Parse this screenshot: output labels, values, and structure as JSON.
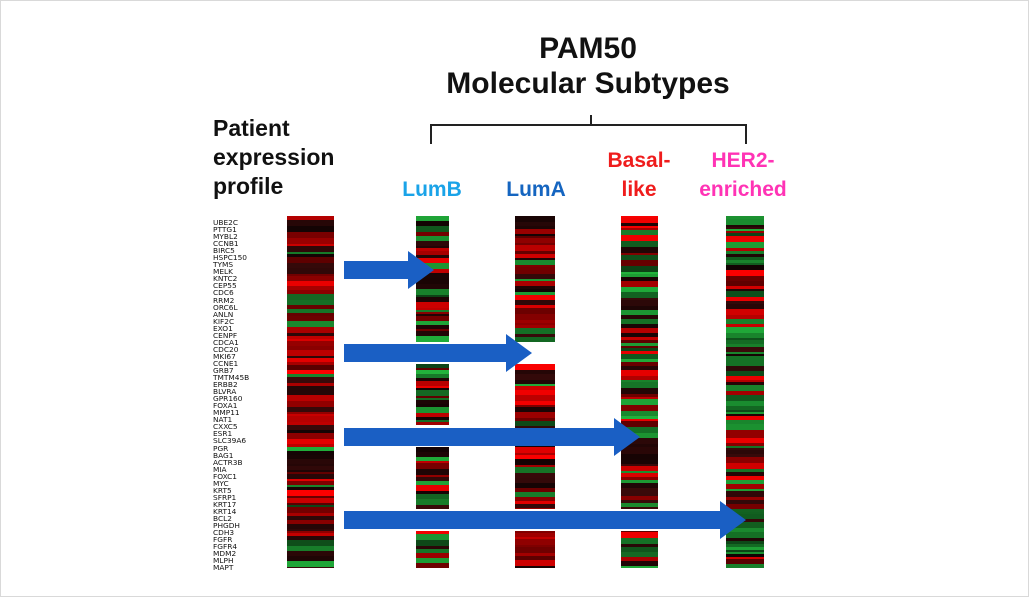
{
  "title": {
    "line1": "PAM50",
    "line2": "Molecular Subtypes"
  },
  "patient_label": [
    "Patient",
    "expression",
    "profile"
  ],
  "subtypes": [
    {
      "label_lines": [
        "LumB"
      ],
      "color": "#1aa3e8"
    },
    {
      "label_lines": [
        "LumA"
      ],
      "color": "#1565c0"
    },
    {
      "label_lines": [
        "Basal-",
        "like"
      ],
      "color": "#ef1c1c"
    },
    {
      "label_lines": [
        "HER2-",
        "enriched"
      ],
      "color": "#ff33b5"
    }
  ],
  "genes": [
    "UBE2C",
    "PTTG1",
    "MYBL2",
    "CCNB1",
    "BIRC5",
    "HSPC150",
    "TYMS",
    "MELK",
    "KNTC2",
    "CEP55",
    "CDC6",
    "RRM2",
    "ORC6L",
    "ANLN",
    "KIF2C",
    "EXO1",
    "CENPF",
    "CDCA1",
    "CDC20",
    "MKI67",
    "CCNE1",
    "GRB7",
    "TMTM45B",
    "ERBB2",
    "BLVRA",
    "GPR160",
    "FOXA1",
    "MMP11",
    "NAT1",
    "CXXC5",
    "ESR1",
    "SLC39A6",
    "PGR",
    "BAG1",
    "ACTR3B",
    "MIA",
    "FOXC1",
    "MYC",
    "KRT5",
    "SFRP1",
    "KRT17",
    "KRT14",
    "BCL2",
    "PHGDH",
    "CDH3",
    "FGFR",
    "FGFR4",
    "MDM2",
    "MLPH",
    "MAPT"
  ],
  "colors": {
    "arrow": "#1a5fc4",
    "heat_red": "#ff0000",
    "heat_green": "#22b43c",
    "heat_black": "#000000"
  }
}
